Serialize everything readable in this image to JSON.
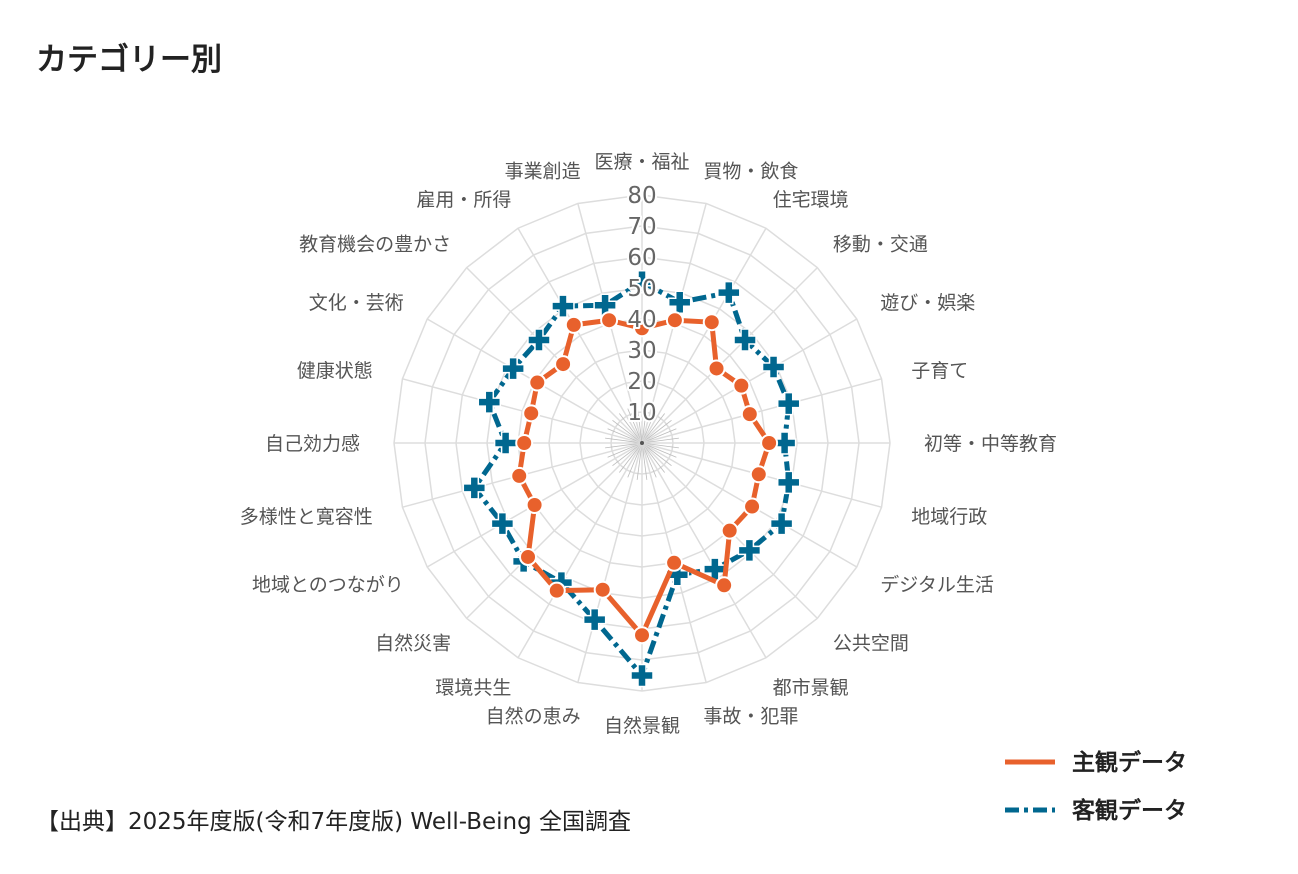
{
  "title": "カテゴリー別",
  "source": "【出典】2025年度版(令和7年度版) Well-Being 全国調査",
  "chart_data": {
    "type": "radar",
    "title": "カテゴリー別",
    "categories": [
      "医療・福祉",
      "買物・飲食",
      "住宅環境",
      "移動・交通",
      "遊び・娯楽",
      "子育て",
      "初等・中等教育",
      "地域行政",
      "デジタル生活",
      "公共空間",
      "都市景観",
      "事故・犯罪",
      "自然景観",
      "自然の恵み",
      "環境共生",
      "自然災害",
      "地域とのつながり",
      "多様性と寛容性",
      "自己効力感",
      "健康状態",
      "文化・芸術",
      "教育機会の豊かさ",
      "雇用・所得",
      "事業創造"
    ],
    "rlim": [
      0,
      80
    ],
    "rticks": [
      10,
      20,
      30,
      40,
      50,
      60,
      70,
      80
    ],
    "grid": true,
    "legend_position": "bottom-right",
    "series": [
      {
        "name": "主観データ",
        "color": "#e8612c",
        "style": "solid-circle",
        "values": [
          37,
          41,
          45,
          34,
          37,
          36,
          41,
          39,
          41,
          40,
          53,
          40,
          62,
          49,
          55,
          52,
          40,
          41,
          38,
          37,
          39,
          36,
          44,
          41
        ]
      },
      {
        "name": "客観データ",
        "color": "#00678f",
        "style": "dashdot-plus",
        "values": [
          52,
          47,
          56,
          47,
          49,
          49,
          46,
          49,
          52,
          49,
          47,
          44,
          75,
          59,
          52,
          54,
          52,
          56,
          44,
          51,
          48,
          47,
          51,
          46
        ]
      }
    ]
  }
}
